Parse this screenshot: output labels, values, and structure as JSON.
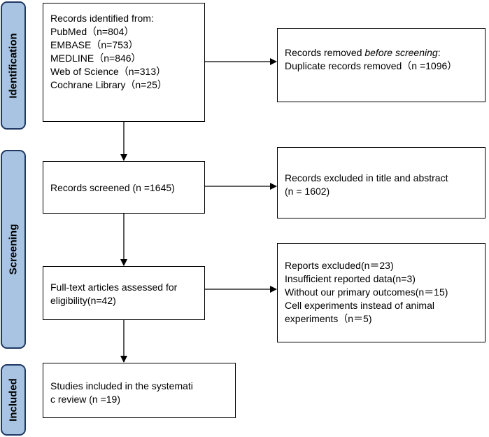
{
  "phases": {
    "identification": "Identification",
    "screening": "Screening",
    "included": "Included"
  },
  "boxes": {
    "identified": {
      "lines": [
        "Records identified from:",
        "PubMed（n=804）",
        "EMBASE（n=753）",
        "MEDLINE（n=846）",
        "Web of Science（n=313）",
        "Cochrane Library（n=25）"
      ]
    },
    "removed": {
      "line1_prefix": "Records removed ",
      "line1_emphasis": "before screening",
      "line1_suffix": ":",
      "line2": "Duplicate records removed（n =1096）"
    },
    "screened": {
      "lines": [
        "Records screened (n =1645)"
      ]
    },
    "excluded_title": {
      "lines": [
        "Records excluded in title and abstract",
        "(n = 1602)"
      ]
    },
    "fulltext": {
      "lines": [
        "Full-text articles assessed for",
        "eligibility(n=42)"
      ]
    },
    "reports_excluded": {
      "lines": [
        "Reports excluded(n＝23)",
        "Insufficient reported data(n=3)",
        "Without our primary outcomes(n＝15)",
        "Cell experiments instead of animal",
        "experiments（n＝5)"
      ]
    },
    "included": {
      "lines": [
        "Studies included in the systemati",
        "c review (n =19)"
      ]
    }
  },
  "colors": {
    "phase_fill": "#a8c4e2",
    "phase_border": "#1f3864",
    "line": "#000000"
  }
}
